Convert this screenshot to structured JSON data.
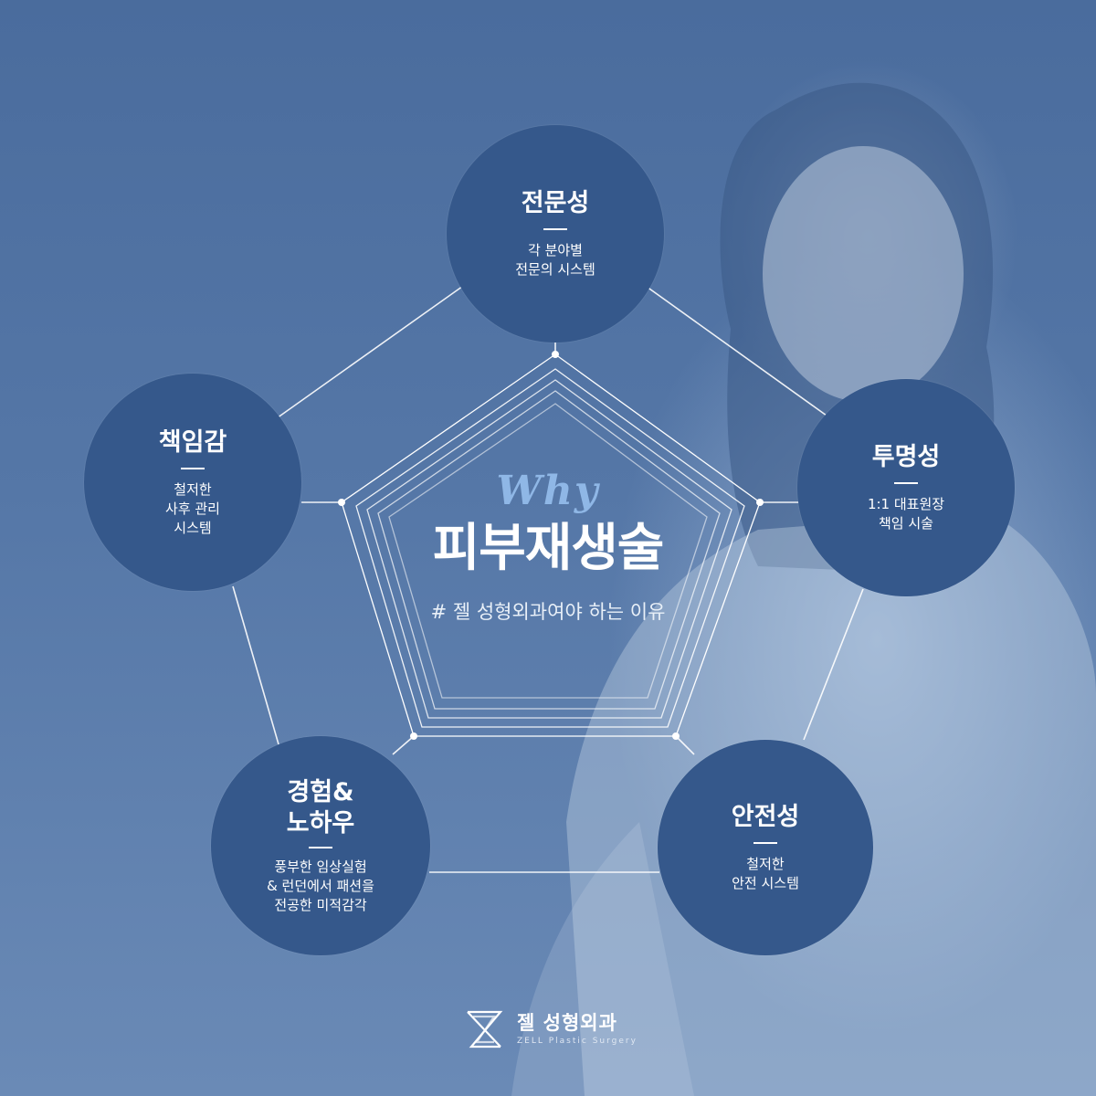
{
  "center": {
    "why": "Why",
    "title": "피부재생술",
    "subtitle": "# 젤 성형외과여야 하는 이유"
  },
  "features": [
    {
      "title": "전문성",
      "desc": "각 분야별\n전문의 시스템"
    },
    {
      "title": "투명성",
      "desc": "1:1 대표원장\n책임 시술"
    },
    {
      "title": "안전성",
      "desc": "철저한\n안전 시스템"
    },
    {
      "title": "경험&\n노하우",
      "desc": "풍부한 임상실험\n& 런던에서 패션을\n전공한 미적감각"
    },
    {
      "title": "책임감",
      "desc": "철저한\n사후 관리\n시스템"
    }
  ],
  "logo": {
    "name": "젤 성형외과",
    "sub": "ZELL Plastic Surgery"
  },
  "colors": {
    "background": "#4a6d9e",
    "circle": "#35588b",
    "why_accent": "#8fb7e6",
    "line": "#ffffff"
  }
}
